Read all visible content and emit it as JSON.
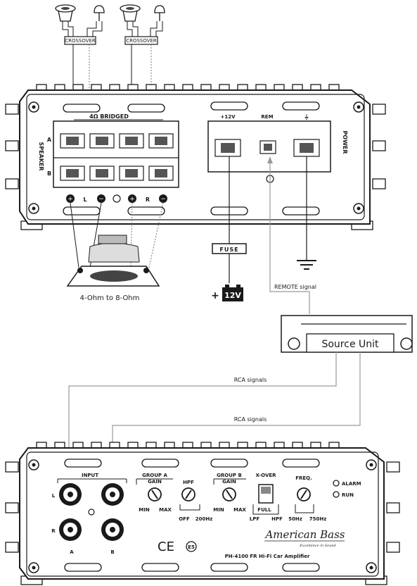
{
  "speaker_panel": {
    "bridged_label": "4Ω BRIDGED",
    "side_label": "SPEAKER",
    "row_a": "A",
    "row_b": "B",
    "left_label": "L",
    "right_label": "R",
    "crossover_labels": [
      "CROSSOVER",
      "CROSSOVER"
    ]
  },
  "power_panel": {
    "side_label": "POWER",
    "plus_terminal": "+12V",
    "rem_terminal": "REM",
    "ground_terminal": "⏚"
  },
  "wiring": {
    "fuse_label": "FUSE",
    "battery_label": "12V",
    "battery_plus": "+",
    "speaker_range": "4-Ohm to 8-Ohm",
    "remote_signal": "REMOTE signal",
    "rca_signals_1": "RCA signals",
    "rca_signals_2": "RCA signals",
    "source_unit": "Source Unit"
  },
  "input_panel": {
    "input_label": "INPUT",
    "l_label": "L",
    "r_label": "R",
    "a_label": "A",
    "b_label": "B",
    "group_a": "GROUP A",
    "group_a_gain": "GAIN",
    "min": "MIN",
    "max": "MAX",
    "hpf": "HPF",
    "off": "OFF",
    "hz_200": "200Hz",
    "group_b": "GROUP B",
    "group_b_gain": "GAIN",
    "min_b": "MIN",
    "max_b": "MAX",
    "xover": "X-OVER",
    "full": "FULL",
    "lpf": "LPF",
    "hpf_b": "HPF",
    "freq": "FREQ.",
    "hz_50": "50Hz",
    "hz_750": "750Hz",
    "alarm": "ALARM",
    "run": "RUN",
    "brand": "American Bass",
    "brand_tagline": "Excellence in Sound",
    "model": "PH-4100 FR Hi-Fi Car Amplifier",
    "ce_mark": "CE",
    "e_mark": "E5"
  }
}
